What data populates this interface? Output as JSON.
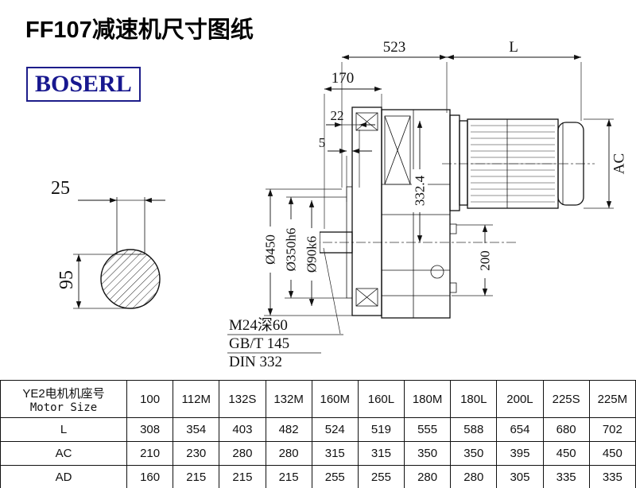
{
  "page": {
    "title": "FF107减速机尺寸图纸"
  },
  "logo": {
    "text": "BOSERL"
  },
  "drawing": {
    "dims": {
      "total_width": "523",
      "motor_length": "L",
      "d170": "170",
      "d22": "22",
      "d5": "5",
      "ac": "AC",
      "key_width": "25",
      "key_height": "95",
      "flange_od": "Ø450",
      "spigot_d": "Ø350h6",
      "shaft_d": "Ø90k6",
      "height_332": "332.4",
      "d200": "200"
    },
    "notes": {
      "tap": "M24深60",
      "std1": "GB/T 145",
      "std2": "DIN 332"
    }
  },
  "table": {
    "header_cn": "YE2电机机座号",
    "header_en": "Motor Size",
    "columns": [
      "100",
      "112M",
      "132S",
      "132M",
      "160M",
      "160L",
      "180M",
      "180L",
      "200L",
      "225S",
      "225M"
    ],
    "rows": [
      {
        "label": "L",
        "values": [
          "308",
          "354",
          "403",
          "482",
          "524",
          "519",
          "555",
          "588",
          "654",
          "680",
          "702"
        ]
      },
      {
        "label": "AC",
        "values": [
          "210",
          "230",
          "280",
          "280",
          "315",
          "315",
          "350",
          "350",
          "395",
          "450",
          "450"
        ]
      },
      {
        "label": "AD",
        "values": [
          "160",
          "215",
          "215",
          "215",
          "255",
          "255",
          "280",
          "280",
          "305",
          "335",
          "335"
        ]
      }
    ]
  }
}
